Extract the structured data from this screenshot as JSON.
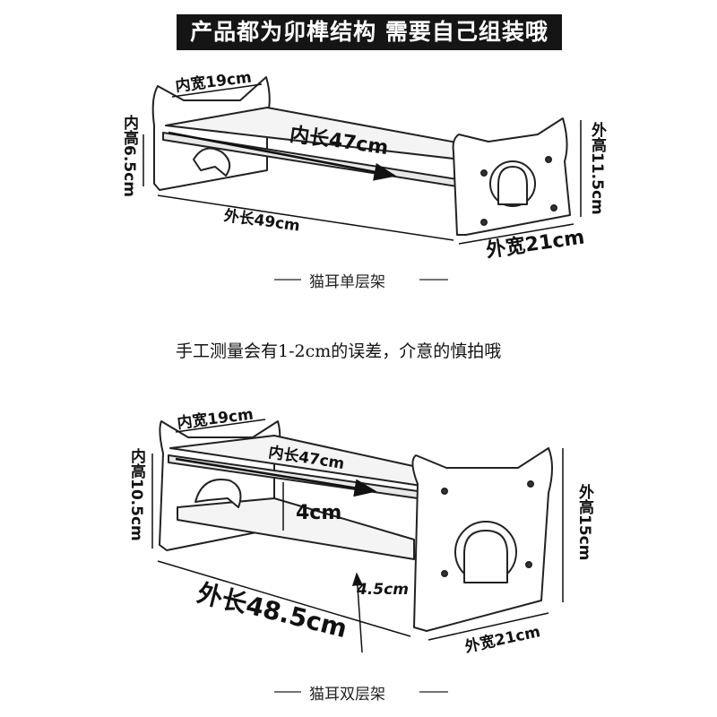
{
  "header": {
    "banner": "产品都为卯榫结构 需要自己组装哦"
  },
  "note": "手工测量会有1-2cm的误差，介意的慎拍哦",
  "single_shelf": {
    "caption": "猫耳单层架",
    "inner_width": "内宽19cm",
    "inner_length": "内长47cm",
    "inner_height": "内高6.5cm",
    "outer_height": "外高11.5cm",
    "outer_length": "外长49cm",
    "outer_width": "外宽21cm"
  },
  "double_shelf": {
    "caption": "猫耳双层架",
    "inner_width": "内宽19cm",
    "inner_length": "内长47cm",
    "inner_height": "内高10.5cm",
    "outer_height": "外高15cm",
    "layer_gap": "4cm",
    "bottom_gap": "4.5cm",
    "outer_length": "外长48.5cm",
    "outer_width": "外宽21cm"
  }
}
